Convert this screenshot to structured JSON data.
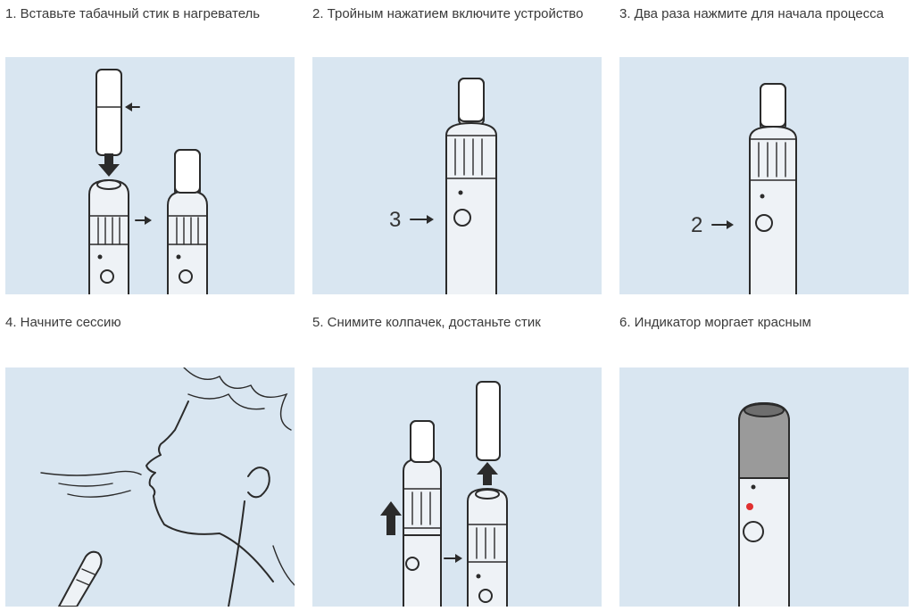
{
  "steps": [
    {
      "caption": "1. Вставьте табачный стик в нагреватель"
    },
    {
      "caption": "2. Тройным нажатием включите устройство",
      "press_count": "3"
    },
    {
      "caption": "3. Два раза нажмите для начала процесса",
      "press_count": "2"
    },
    {
      "caption": "4. Начните сессию"
    },
    {
      "caption": "5. Снимите колпачек, достаньте стик"
    },
    {
      "caption": "6. Индикатор моргает красным"
    }
  ],
  "colors": {
    "panel_background": "#d9e6f1",
    "line_art": "#2b2b2b",
    "cap_gray": "#9a9a9a",
    "indicator_red": "#e03030"
  }
}
